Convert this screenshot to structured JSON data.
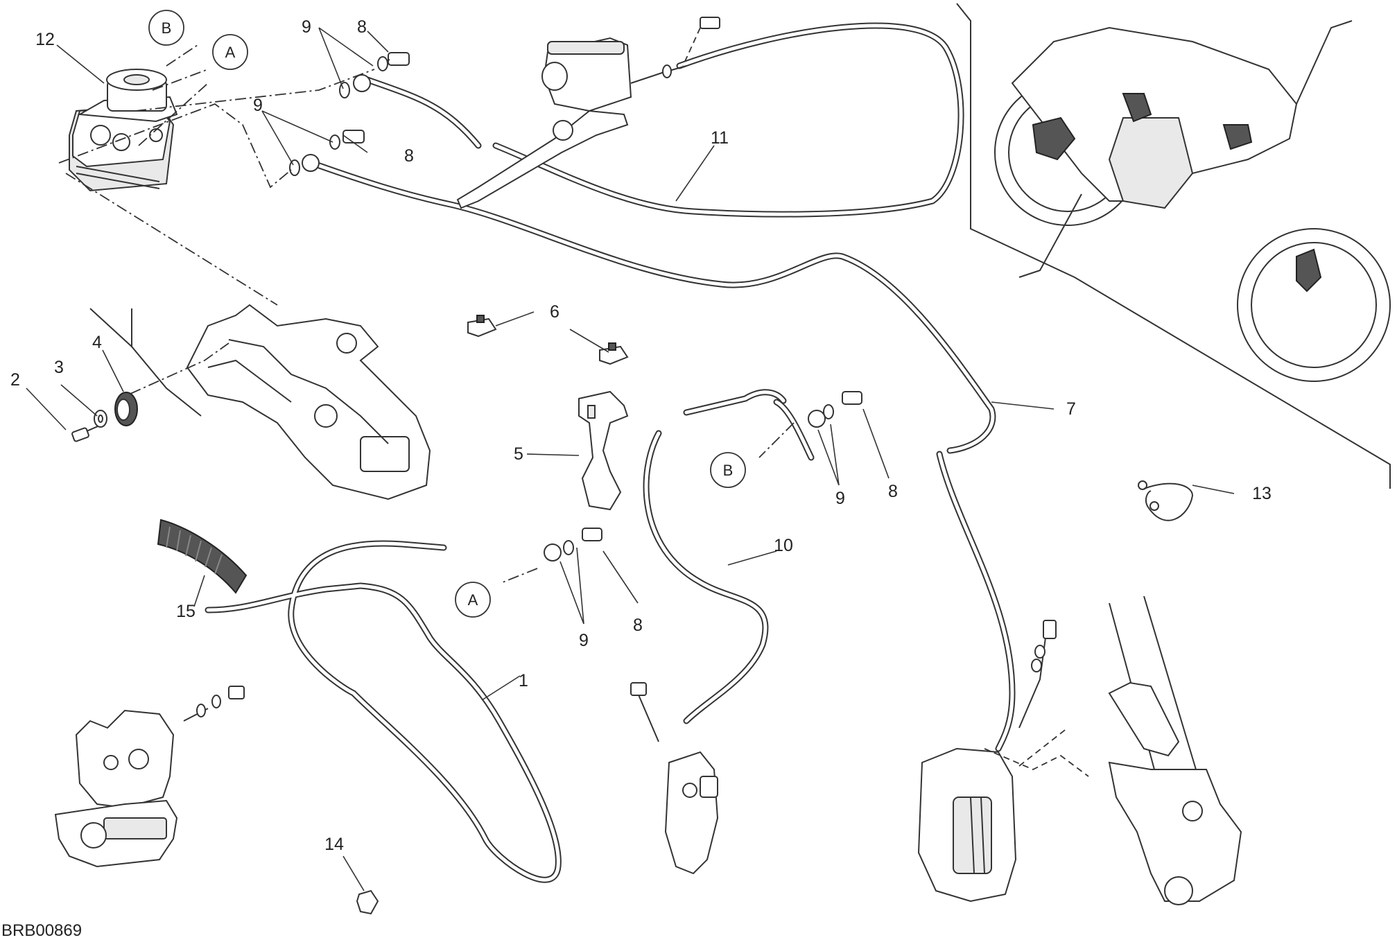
{
  "diagram": {
    "code": "BRB00869",
    "callouts": {
      "c1": "1",
      "c2": "2",
      "c3": "3",
      "c4": "4",
      "c5": "5",
      "c6": "6",
      "c7": "7",
      "c8a": "8",
      "c8b": "8",
      "c8c": "8",
      "c8d": "8",
      "c9a": "9",
      "c9b": "9",
      "c9c": "9",
      "c9d": "9",
      "c10": "10",
      "c11": "11",
      "c12": "12",
      "c13": "13",
      "c14": "14",
      "c15": "15"
    },
    "refs": {
      "a_top": "A",
      "b_top": "B",
      "a_mid": "A",
      "b_mid": "B"
    }
  }
}
